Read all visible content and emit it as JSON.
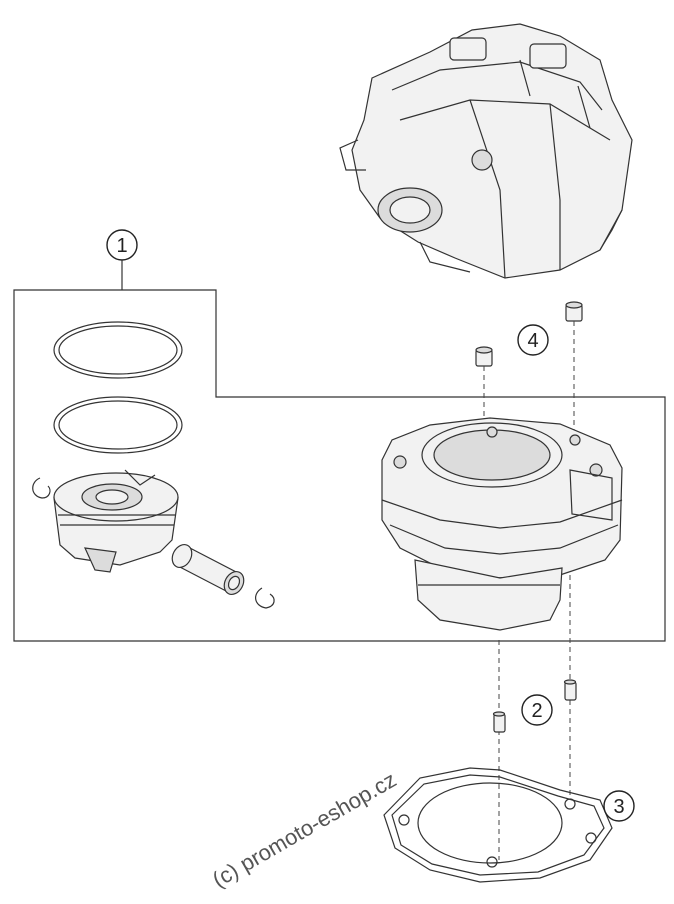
{
  "callouts": [
    {
      "id": "1",
      "label": "1"
    },
    {
      "id": "2",
      "label": "2"
    },
    {
      "id": "3",
      "label": "3"
    },
    {
      "id": "4",
      "label": "4"
    }
  ],
  "watermark": "(c) promoto-eshop.cz"
}
